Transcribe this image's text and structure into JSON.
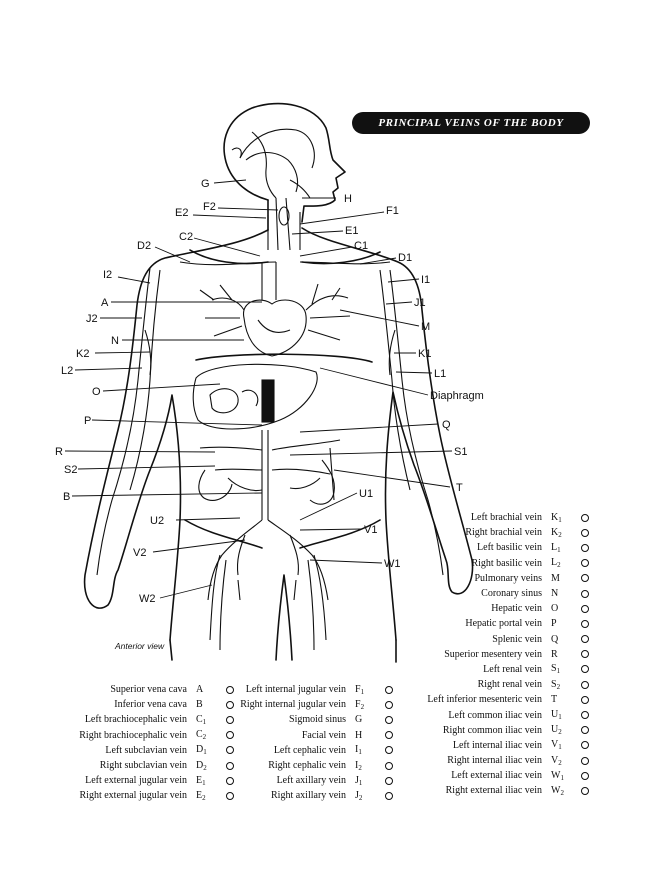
{
  "title": "PRINCIPAL VEINS OF THE BODY",
  "caption": "Anterior view",
  "diagram_labels": {
    "G": "G",
    "H": "H",
    "E2": "E2",
    "F2": "F2",
    "F1": "F1",
    "C2": "C2",
    "E1": "E1",
    "D2": "D2",
    "C1": "C1",
    "D1": "D1",
    "I2": "I2",
    "I1": "I1",
    "A": "A",
    "J1": "J1",
    "J2": "J2",
    "M": "M",
    "N": "N",
    "K2": "K2",
    "K1": "K1",
    "L2": "L2",
    "L1": "L1",
    "O": "O",
    "Diaphragm": "Diaphragm",
    "P": "P",
    "Q": "Q",
    "R": "R",
    "S1": "S1",
    "S2": "S2",
    "T": "T",
    "B": "B",
    "U1": "U1",
    "U2": "U2",
    "V1": "V1",
    "V2": "V2",
    "W1": "W1",
    "W2": "W2"
  },
  "key_right": [
    {
      "name": "Left brachial vein",
      "code": "K",
      "sub": "1"
    },
    {
      "name": "Right brachial vein",
      "code": "K",
      "sub": "2"
    },
    {
      "name": "Left basilic vein",
      "code": "L",
      "sub": "1"
    },
    {
      "name": "Right basilic vein",
      "code": "L",
      "sub": "2"
    },
    {
      "name": "Pulmonary veins",
      "code": "M",
      "sub": ""
    },
    {
      "name": "Coronary sinus",
      "code": "N",
      "sub": ""
    },
    {
      "name": "Hepatic vein",
      "code": "O",
      "sub": ""
    },
    {
      "name": "Hepatic portal vein",
      "code": "P",
      "sub": ""
    },
    {
      "name": "Splenic vein",
      "code": "Q",
      "sub": ""
    },
    {
      "name": "Superior mesentery vein",
      "code": "R",
      "sub": ""
    },
    {
      "name": "Left renal vein",
      "code": "S",
      "sub": "1"
    },
    {
      "name": "Right renal vein",
      "code": "S",
      "sub": "2"
    },
    {
      "name": "Left inferior mesenteric vein",
      "code": "T",
      "sub": ""
    },
    {
      "name": "Left common iliac vein",
      "code": "U",
      "sub": "1"
    },
    {
      "name": "Right common iliac vein",
      "code": "U",
      "sub": "2"
    },
    {
      "name": "Left internal iliac vein",
      "code": "V",
      "sub": "1"
    },
    {
      "name": "Right internal iliac vein",
      "code": "V",
      "sub": "2"
    },
    {
      "name": "Left external iliac vein",
      "code": "W",
      "sub": "1"
    },
    {
      "name": "Right external iliac vein",
      "code": "W",
      "sub": "2"
    }
  ],
  "key_left": [
    {
      "name": "Superior vena cava",
      "code": "A",
      "sub": ""
    },
    {
      "name": "Inferior vena cava",
      "code": "B",
      "sub": ""
    },
    {
      "name": "Left brachiocephalic vein",
      "code": "C",
      "sub": "1"
    },
    {
      "name": "Right brachiocephalic vein",
      "code": "C",
      "sub": "2"
    },
    {
      "name": "Left subclavian vein",
      "code": "D",
      "sub": "1"
    },
    {
      "name": "Right subclavian vein",
      "code": "D",
      "sub": "2"
    },
    {
      "name": "Left external jugular vein",
      "code": "E",
      "sub": "1"
    },
    {
      "name": "Right external jugular vein",
      "code": "E",
      "sub": "2"
    }
  ],
  "key_middle": [
    {
      "name": "Left internal jugular vein",
      "code": "F",
      "sub": "1"
    },
    {
      "name": "Right internal jugular vein",
      "code": "F",
      "sub": "2"
    },
    {
      "name": "Sigmoid sinus",
      "code": "G",
      "sub": ""
    },
    {
      "name": "Facial vein",
      "code": "H",
      "sub": ""
    },
    {
      "name": "Left cephalic vein",
      "code": "I",
      "sub": "1"
    },
    {
      "name": "Right cephalic vein",
      "code": "I",
      "sub": "2"
    },
    {
      "name": "Left axillary vein",
      "code": "J",
      "sub": "1"
    },
    {
      "name": "Right axillary vein",
      "code": "J",
      "sub": "2"
    }
  ]
}
